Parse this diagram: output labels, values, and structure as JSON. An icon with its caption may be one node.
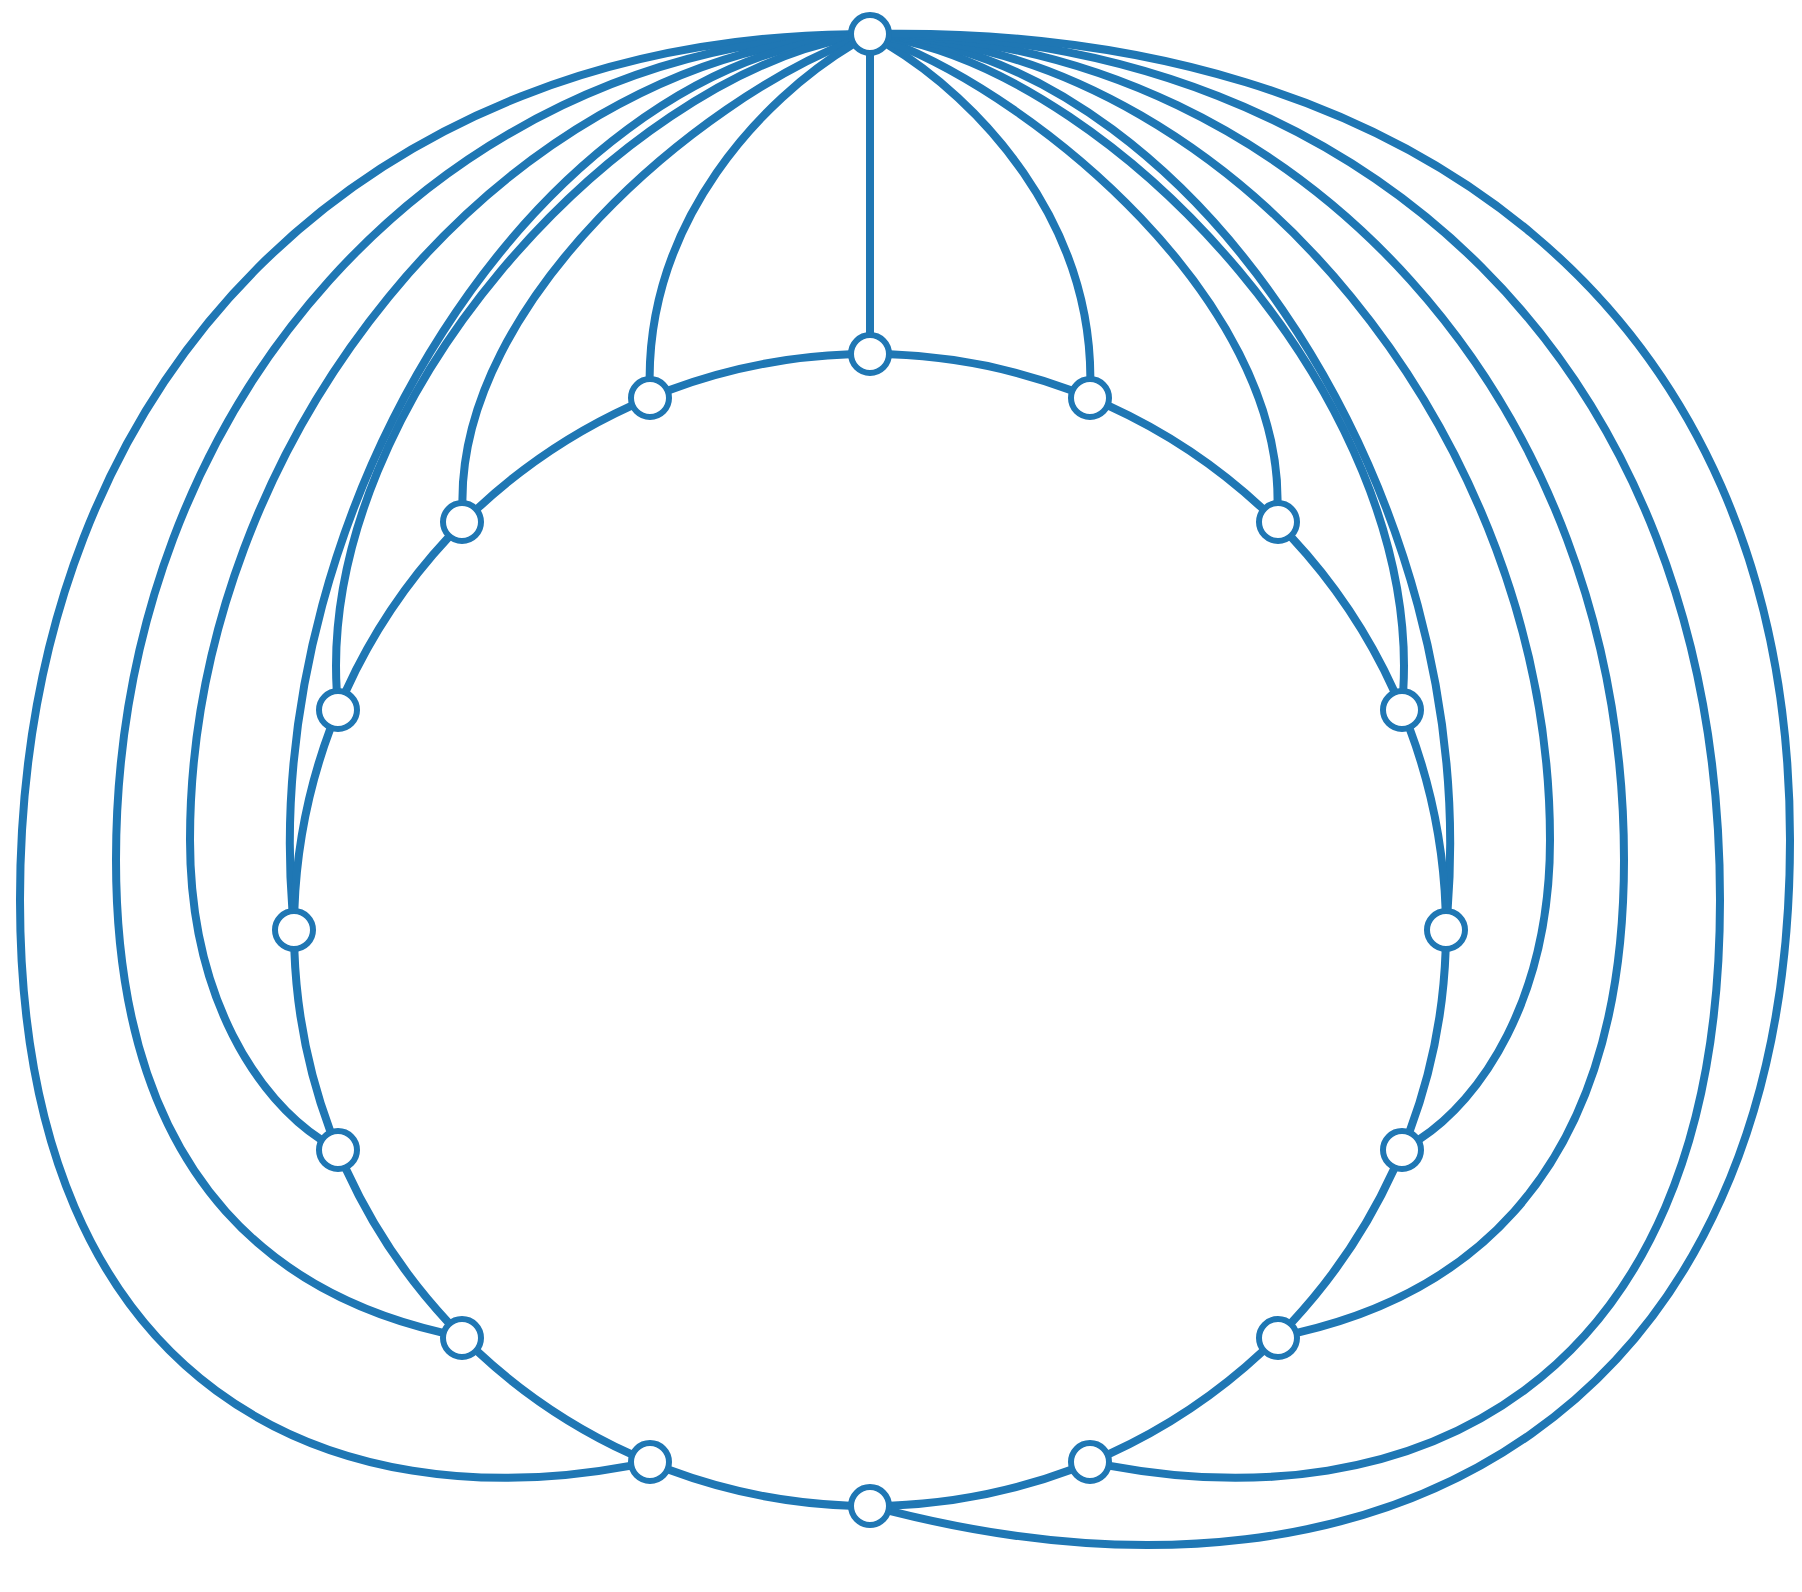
{
  "diagram": {
    "nodes": [
      {
        "text": [],
        "shape": "circle"
      },
      {
        "text": [],
        "shape": "circle"
      },
      {
        "text": [],
        "shape": "circle"
      },
      {
        "text": [],
        "shape": "circle"
      },
      {
        "text": [],
        "shape": "circle"
      },
      {
        "text": [],
        "shape": "circle"
      },
      {
        "text": [],
        "shape": "circle"
      },
      {
        "text": [],
        "shape": "circle"
      },
      {
        "text": [],
        "shape": "circle"
      },
      {
        "text": [],
        "shape": "circle"
      },
      {
        "text": [],
        "shape": "circle"
      },
      {
        "text": [],
        "shape": "circle"
      },
      {
        "text": [],
        "shape": "circle"
      },
      {
        "text": [],
        "shape": "circle"
      },
      {
        "text": [],
        "shape": "circle"
      },
      {
        "text": [],
        "shape": "circle"
      },
      {
        "text": [],
        "shape": "circle"
      }
    ],
    "edges": [
      {
        "from": 0,
        "to": 1,
        "arrow": "none"
      },
      {
        "from": 0,
        "to": 2,
        "arrow": "none"
      },
      {
        "from": 0,
        "to": 3,
        "arrow": "none"
      },
      {
        "from": 0,
        "to": 4,
        "arrow": "none"
      },
      {
        "from": 0,
        "to": 5,
        "arrow": "none"
      },
      {
        "from": 0,
        "to": 6,
        "arrow": "none"
      },
      {
        "from": 0,
        "to": 7,
        "arrow": "none"
      },
      {
        "from": 0,
        "to": 8,
        "arrow": "none"
      },
      {
        "from": 0,
        "to": 9,
        "arrow": "none"
      },
      {
        "from": 0,
        "to": 10,
        "arrow": "none"
      },
      {
        "from": 0,
        "to": 11,
        "arrow": "none"
      },
      {
        "from": 0,
        "to": 12,
        "arrow": "none"
      },
      {
        "from": 0,
        "to": 13,
        "arrow": "none"
      },
      {
        "from": 0,
        "to": 14,
        "arrow": "none"
      },
      {
        "from": 0,
        "to": 15,
        "arrow": "none"
      },
      {
        "from": 0,
        "to": 16,
        "arrow": "none"
      },
      {
        "from": 1,
        "to": 2,
        "arrow": "none"
      },
      {
        "from": 2,
        "to": 3,
        "arrow": "none"
      },
      {
        "from": 3,
        "to": 4,
        "arrow": "none"
      },
      {
        "from": 4,
        "to": 5,
        "arrow": "none"
      },
      {
        "from": 5,
        "to": 6,
        "arrow": "none"
      },
      {
        "from": 6,
        "to": 7,
        "arrow": "none"
      },
      {
        "from": 7,
        "to": 8,
        "arrow": "none"
      },
      {
        "from": 8,
        "to": 9,
        "arrow": "none"
      },
      {
        "from": 9,
        "to": 10,
        "arrow": "none"
      },
      {
        "from": 10,
        "to": 11,
        "arrow": "none"
      },
      {
        "from": 11,
        "to": 12,
        "arrow": "none"
      },
      {
        "from": 12,
        "to": 13,
        "arrow": "none"
      },
      {
        "from": 13,
        "to": 14,
        "arrow": "none"
      },
      {
        "from": 14,
        "to": 15,
        "arrow": "none"
      },
      {
        "from": 15,
        "to": 16,
        "arrow": "none"
      },
      {
        "from": 16,
        "to": 1,
        "arrow": "none"
      }
    ]
  }
}
